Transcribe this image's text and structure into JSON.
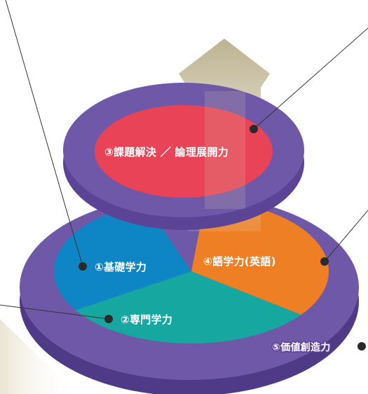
{
  "diagram": {
    "labels": {
      "basic": "①基礎学力",
      "specialized": "②専門学力",
      "problem_solving": "③課題解決 ／ 論理展開力",
      "language": "④語学力(英語)",
      "value_creation": "⑤価値創造力"
    },
    "colors": {
      "ring_purple": "#6f58a8",
      "ring_purple_dark": "#5b4495",
      "basic_blue": "#0e86c5",
      "specialized_teal": "#16a7a1",
      "language_orange": "#ef7f24",
      "problem_red": "#e84356",
      "arrow_beige": "#b9ae8c",
      "leader_line": "#333333"
    }
  }
}
